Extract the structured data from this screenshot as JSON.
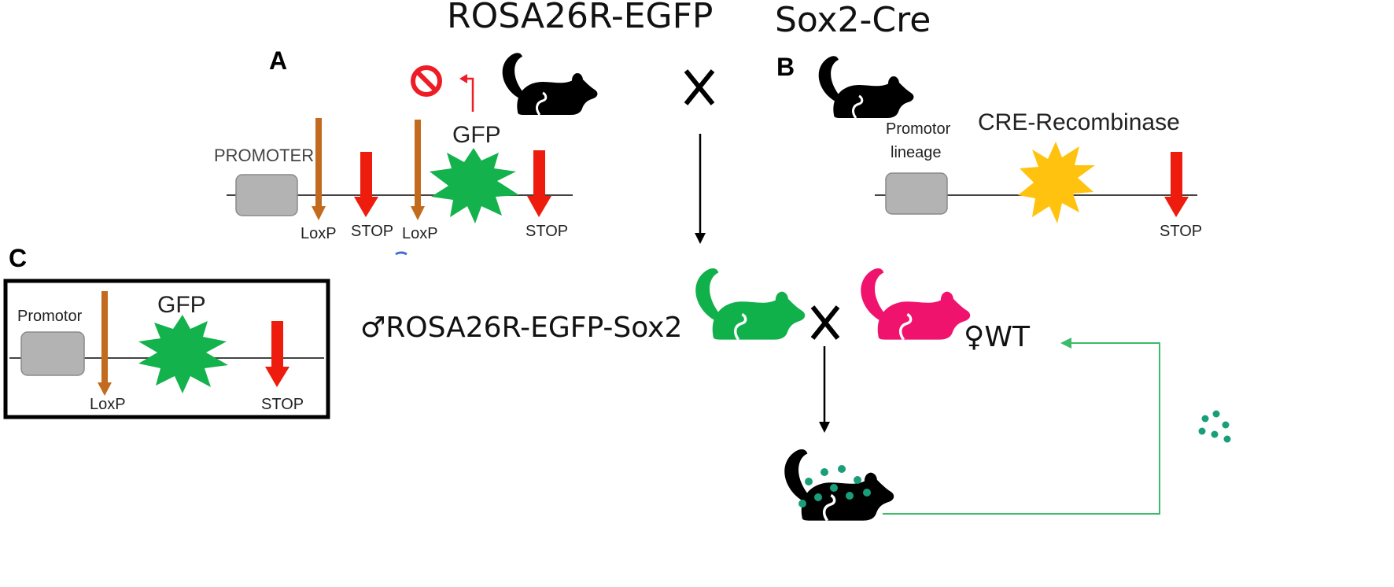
{
  "titles": {
    "rosa": "ROSA26R-EGFP",
    "sox2": "Sox2-Cre"
  },
  "panels": {
    "a": {
      "letter": "A",
      "promoter": "PROMOTER",
      "loxp_1": "LoxP",
      "stop_1": "STOP",
      "loxp_2": "LoxP",
      "gfp": "GFP",
      "stop_2": "STOP"
    },
    "b": {
      "letter": "B",
      "promoter_line1": "Promotor",
      "promoter_line2": "lineage",
      "cre": "CRE-Recombinase",
      "stop": "STOP"
    },
    "c": {
      "letter": "C",
      "promoter": "Promotor",
      "gfp": "GFP",
      "loxp": "LoxP",
      "stop": "STOP"
    }
  },
  "cross": {
    "male_label": "♂ROSA26R-EGFP-Sox2",
    "female_label": "♀WT"
  },
  "colors": {
    "mouse_black": "#000000",
    "mouse_green": "#10b04a",
    "mouse_pink": "#f0136d",
    "gfp_green": "#14b24c",
    "cre_yellow": "#ffc20e",
    "loxp_brown": "#c26a1e",
    "stop_red": "#ee1c0c",
    "promoter_gray": "#b3b3b3",
    "cell_teal": "#1a9e7a",
    "arrow_green": "#3dbb6a"
  }
}
